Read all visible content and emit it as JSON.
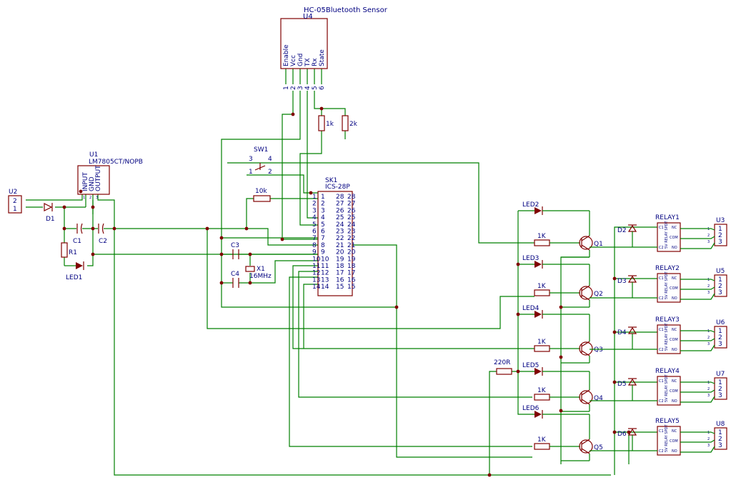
{
  "u4": {
    "title": "HC-05Bluetooth Sensor",
    "ref": "U4",
    "pins": [
      "Enable",
      "Vcc",
      "Gnd",
      "TX",
      "Rx",
      "State"
    ],
    "nums": [
      "1",
      "2",
      "3",
      "4",
      "5",
      "6"
    ]
  },
  "r_1k_top": "1k",
  "r_2k": "2k",
  "sw1": {
    "ref": "SW1",
    "p1": "1",
    "p2": "2",
    "p3": "3",
    "p4": "4"
  },
  "u1": {
    "ref": "U1",
    "part": "LM7805CT/NOPB",
    "pins": [
      "INPUT",
      "GND",
      "OUTPUT"
    ],
    "nums": [
      "1",
      "2",
      "3"
    ]
  },
  "u2": {
    "ref": "U2",
    "p1": "1",
    "p2": "2"
  },
  "d1": "D1",
  "c1": "C1",
  "c2": "C2",
  "c3": "C3",
  "c4": "C4",
  "r1": "R1",
  "led1": "LED1",
  "r_10k": "10k",
  "x1": {
    "ref": "X1",
    "value": "16MHz"
  },
  "sk1": {
    "ref": "SK1",
    "part": "ICS-28P",
    "left": [
      "1",
      "2",
      "3",
      "4",
      "5",
      "6",
      "7",
      "8",
      "9",
      "10",
      "11",
      "12",
      "13",
      "14"
    ],
    "right": [
      "28",
      "27",
      "26",
      "25",
      "24",
      "23",
      "22",
      "21",
      "20",
      "19",
      "18",
      "17",
      "16",
      "15"
    ]
  },
  "r_220": "220R",
  "stages": [
    {
      "led": "LED2",
      "r": "1K",
      "q": "Q1",
      "d": "D2",
      "relay": "RELAY1",
      "u": "U3"
    },
    {
      "led": "LED3",
      "r": "1K",
      "q": "Q2",
      "d": "D3",
      "relay": "RELAY2",
      "u": "U5"
    },
    {
      "led": "LED4",
      "r": "1K",
      "q": "Q3",
      "d": "D4",
      "relay": "RELAY3",
      "u": "U6"
    },
    {
      "led": "LED5",
      "r": "1K",
      "q": "Q4",
      "d": "D5",
      "relay": "RELAY4",
      "u": "U7"
    },
    {
      "led": "LED6",
      "r": "1K",
      "q": "Q5",
      "d": "D6",
      "relay": "RELAY5",
      "u": "U8"
    }
  ],
  "relay_pins": {
    "nc": "NC",
    "com": "COM",
    "no": "NO",
    "c1": "C1",
    "c2": "C2",
    "side": "5V RELAY SPDT"
  },
  "conn_pins": [
    "1",
    "2",
    "3"
  ]
}
